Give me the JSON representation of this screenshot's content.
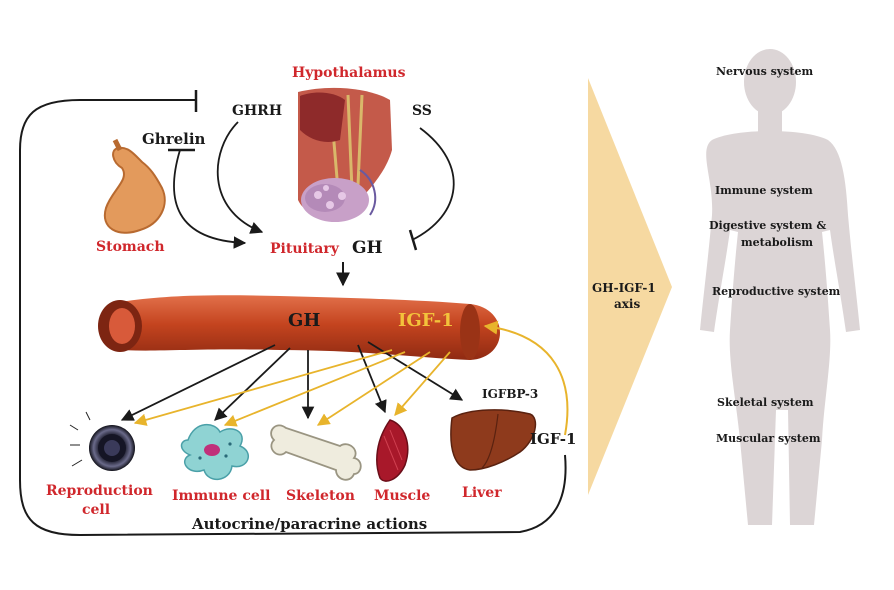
{
  "colors": {
    "red_label": "#d0272c",
    "arrow_black": "#1a1a1a",
    "arrow_yellow": "#e8b42c",
    "vessel": "#b83a1e",
    "axis_triangle": "#f6d9a1",
    "silhouette": "#dcd5d6"
  },
  "icons": {
    "hypothalamus": "brain-pituitary-illustration",
    "stomach": "stomach-illustration",
    "vessel": "blood-vessel-illustration",
    "reproduction_cell": "egg-cell-illustration",
    "immune_cell": "immune-cell-illustration",
    "skeleton": "bone-illustration",
    "muscle": "muscle-illustration",
    "liver": "liver-illustration",
    "body": "human-silhouette"
  },
  "labels": {
    "hypothalamus": "Hypothalamus",
    "ghrh": "GHRH",
    "ss": "SS",
    "ghrelin": "Ghrelin",
    "stomach": "Stomach",
    "pituitary": "Pituitary",
    "gh_pituitary": "GH",
    "gh_vessel": "GH",
    "igf1_vessel": "IGF-1",
    "igfbp3": "IGFBP-3",
    "igf1_liver": "IGF-1",
    "reproduction_cell_1": "Reproduction",
    "reproduction_cell_2": "cell",
    "immune_cell": "Immune cell",
    "skeleton": "Skeleton",
    "muscle": "Muscle",
    "liver": "Liver",
    "autocrine": "Autocrine/paracrine actions",
    "axis_1": "GH-IGF-1",
    "axis_2": "axis"
  },
  "systems": {
    "nervous": "Nervous system",
    "immune": "Immune system",
    "digestive_1": "Digestive system &",
    "digestive_2": "metabolism",
    "reproductive": "Reproductive system",
    "skeletal": "Skeletal system",
    "muscular": "Muscular system"
  }
}
